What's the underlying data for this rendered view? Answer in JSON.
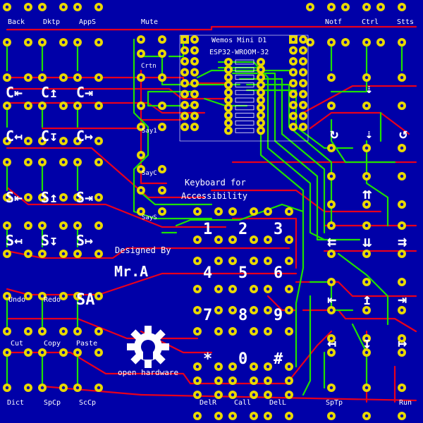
{
  "board": {
    "background": "#0000a8",
    "trace_red": "#e8001c",
    "trace_green": "#1ee000",
    "pad_color": "#e8d800",
    "silk_color": "#ffffff"
  },
  "module": {
    "line1": "Wemos Mini D1",
    "line2": "ESP32-WROOM-32"
  },
  "title": {
    "line1": "Keyboard for",
    "line2": "Accessibility"
  },
  "credit": {
    "designed_by": "Designed By",
    "author": "Mr.A"
  },
  "oshw_text": "open hardware",
  "oshw_icon": "open-hardware-gear-logo",
  "top_labels": [
    "Back",
    "Dktp",
    "AppS",
    "Mute",
    "Notf",
    "Ctrl",
    "Stts"
  ],
  "side_labels": [
    "Crtn",
    "Say1",
    "SayC",
    "SayS"
  ],
  "row_mid_labels": [
    "Undo",
    "Redo",
    "SA"
  ],
  "row_lower_labels": [
    "Cut",
    "Copy",
    "Paste"
  ],
  "bottom_labels": [
    "Dict",
    "SpCp",
    "ScCp",
    "DelR",
    "Call",
    "DelL",
    "SpTp",
    "Run"
  ],
  "ctrl_symbols": {
    "row1": [
      "C⇤",
      "C↥",
      "C⇥"
    ],
    "row2": [
      "C↤",
      "C↧",
      "C↦"
    ]
  },
  "shift_symbols": {
    "row1": [
      "S⇤",
      "S↥",
      "S⇥"
    ],
    "row2": [
      "S↤",
      "S↧",
      "S↦"
    ]
  },
  "keypad": [
    "1",
    "2",
    "3",
    "4",
    "5",
    "6",
    "7",
    "8",
    "9",
    "*",
    "0",
    "#"
  ],
  "right_symbols": {
    "top": "⇣",
    "scroll_left": "↻",
    "scroll_right": "↺",
    "double_up": "⇈",
    "double_left": "⇇",
    "double_down": "⇊",
    "double_right": "⇉",
    "arrow_left_bar": "⇤",
    "arrow_up_bar": "↥",
    "arrow_right_bar": "⇥",
    "arrow_left": "↤",
    "arrow_down": "↧",
    "arrow_right": "↦"
  }
}
